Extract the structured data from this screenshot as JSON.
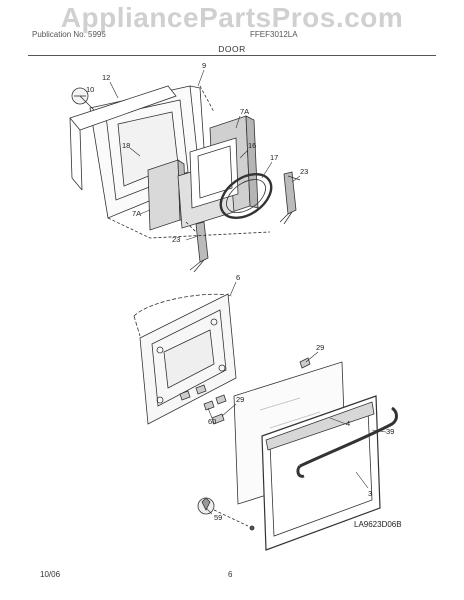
{
  "watermark": "AppliancePartsPros.com",
  "header": {
    "left_text": "Publication No. 5995",
    "right_text": "FFEF3012LA",
    "section_title": "DOOR"
  },
  "callouts": {
    "c12": "12",
    "c9": "9",
    "c10": "10",
    "c18": "18",
    "c7a_top": "7A",
    "c16": "16",
    "c17": "17",
    "c23_right": "23",
    "c7a_left": "7A",
    "c23_left": "23",
    "c6": "6",
    "c29_top": "29",
    "c29_mid": "29",
    "c60": "60",
    "c4": "4",
    "c39": "39",
    "c3": "3",
    "c59": "59"
  },
  "diagram_code": "LA9623D06B",
  "footer": {
    "date": "10/06",
    "page": "6"
  }
}
